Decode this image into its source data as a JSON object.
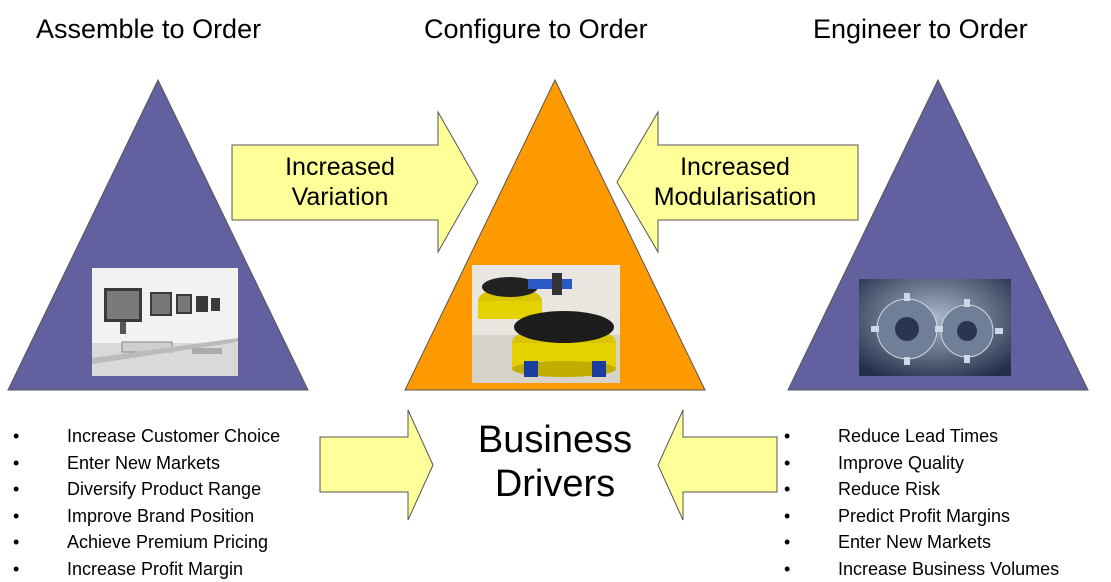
{
  "diagram": {
    "titles": {
      "left": "Assemble to Order",
      "center": "Configure to Order",
      "right": "Engineer to Order"
    },
    "arrows": {
      "left_line1": "Increased",
      "left_line2": "Variation",
      "right_line1": "Increased",
      "right_line2": "Modularisation"
    },
    "drivers": {
      "line1": "Business",
      "line2": "Drivers"
    },
    "left_list": [
      "Increase Customer Choice",
      "Enter New Markets",
      "Diversify Product Range",
      "Improve Brand Position",
      "Achieve Premium Pricing",
      "Increase Profit Margin"
    ],
    "right_list": [
      "Reduce Lead Times",
      "Improve Quality",
      "Reduce Risk",
      "Predict Profit Margins",
      "Enter New Markets",
      "Increase Business Volumes"
    ],
    "images": {
      "left": "computer-row-photo",
      "center": "robot-photo",
      "right": "gears-photo"
    },
    "colors": {
      "side_triangle": "#62609e",
      "center_triangle": "#ff9900",
      "arrow_fill": "#ffff99",
      "arrow_stroke": "#555555"
    }
  }
}
